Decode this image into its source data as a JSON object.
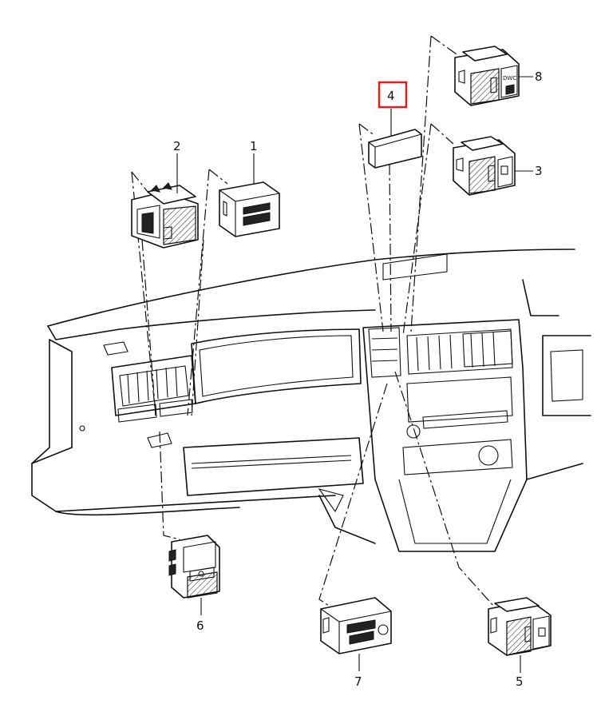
{
  "callouts": {
    "c1": "1",
    "c2": "2",
    "c3": "3",
    "c4": "4",
    "c5": "5",
    "c6": "6",
    "c7": "7",
    "c8": "8"
  },
  "highlight_color": "#e01e1e",
  "icons": {
    "dashboard": "dashboard-line-drawing",
    "switch": "switch-module-icon"
  }
}
